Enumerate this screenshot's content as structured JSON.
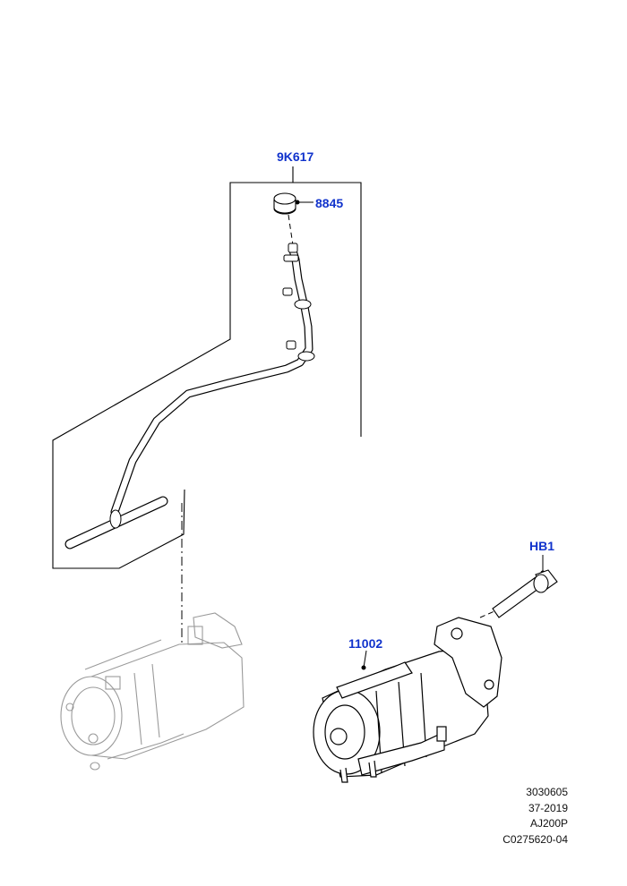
{
  "callouts": {
    "hose_assembly": "9K617",
    "cap": "8845",
    "bolt": "HB1",
    "starter_motor": "11002"
  },
  "reference_block": {
    "line1": "3030605",
    "line2": "37-2019",
    "line3": "AJ200P",
    "line4": "C0275620-04"
  },
  "colors": {
    "callout": "#1133cc",
    "line_art": "#000000",
    "ghost_art": "#9a9a9a"
  }
}
